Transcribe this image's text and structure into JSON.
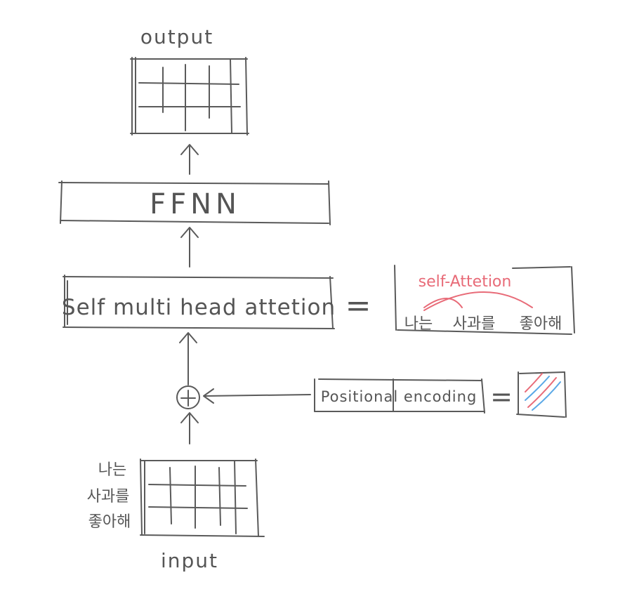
{
  "labels": {
    "output": "output",
    "ffnn": "FFNN",
    "attention": "Self multi head attetion",
    "equals": "=",
    "self_attention_note": "self-Attetion",
    "positional_encoding": "Positional encoding",
    "input": "input"
  },
  "tokens": [
    "나는",
    "사과를",
    "좋아해"
  ],
  "colors": {
    "pencil": "#5a5a5a",
    "attention_red": "#e86b78",
    "encoding_blue": "#5aa8e6"
  },
  "icons": {
    "add": "circled-plus"
  }
}
